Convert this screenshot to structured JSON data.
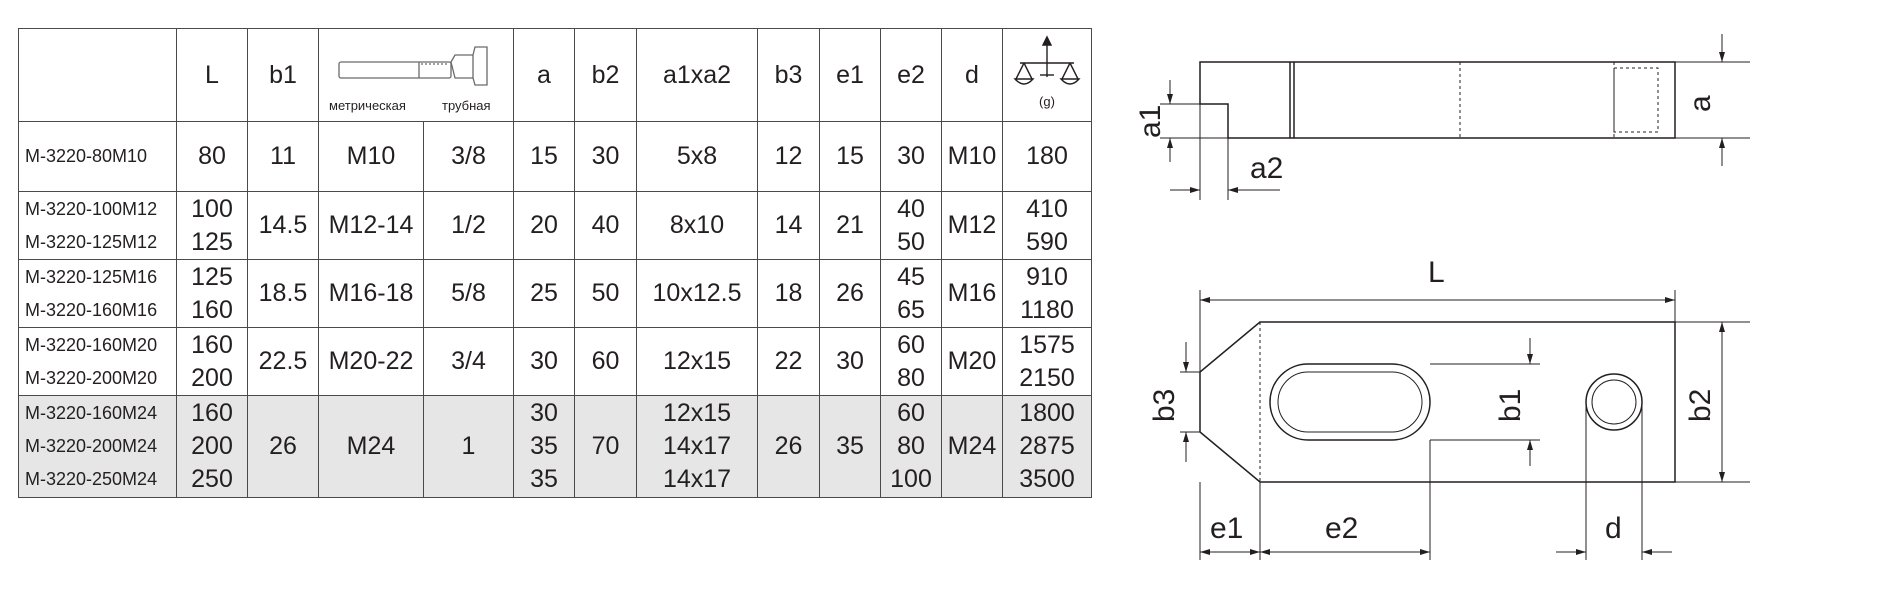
{
  "table": {
    "headers": {
      "code": "",
      "L": "L",
      "b1": "b1",
      "thread_metric": "метрическая",
      "thread_pipe": "трубная",
      "a": "a",
      "b2": "b2",
      "a1xa2": "a1xa2",
      "b3": "b3",
      "e1": "e1",
      "e2": "e2",
      "d": "d",
      "weight_unit": "(g)"
    },
    "groups": [
      {
        "codes": [
          "M-3220-80M10"
        ],
        "L": [
          "80"
        ],
        "b1": "11",
        "metric": "M10",
        "pipe": "3/8",
        "a": [
          "15"
        ],
        "b2": "30",
        "a1xa2": [
          "5x8"
        ],
        "b3": "12",
        "e1": "15",
        "e2": [
          "30"
        ],
        "d": "M10",
        "weight": [
          "180"
        ]
      },
      {
        "codes": [
          "M-3220-100M12",
          "M-3220-125M12"
        ],
        "L": [
          "100",
          "125"
        ],
        "b1": "14.5",
        "metric": "M12-14",
        "pipe": "1/2",
        "a": [
          "20"
        ],
        "b2": "40",
        "a1xa2": [
          "8x10"
        ],
        "b3": "14",
        "e1": "21",
        "e2": [
          "40",
          "50"
        ],
        "d": "M12",
        "weight": [
          "410",
          "590"
        ]
      },
      {
        "codes": [
          "M-3220-125M16",
          "M-3220-160M16"
        ],
        "L": [
          "125",
          "160"
        ],
        "b1": "18.5",
        "metric": "M16-18",
        "pipe": "5/8",
        "a": [
          "25"
        ],
        "b2": "50",
        "a1xa2": [
          "10x12.5"
        ],
        "b3": "18",
        "e1": "26",
        "e2": [
          "45",
          "65"
        ],
        "d": "M16",
        "weight": [
          "910",
          "1180"
        ]
      },
      {
        "codes": [
          "M-3220-160M20",
          "M-3220-200M20"
        ],
        "L": [
          "160",
          "200"
        ],
        "b1": "22.5",
        "metric": "M20-22",
        "pipe": "3/4",
        "a": [
          "30"
        ],
        "b2": "60",
        "a1xa2": [
          "12x15"
        ],
        "b3": "22",
        "e1": "30",
        "e2": [
          "60",
          "80"
        ],
        "d": "M20",
        "weight": [
          "1575",
          "2150"
        ]
      },
      {
        "codes": [
          "M-3220-160M24",
          "M-3220-200M24",
          "M-3220-250M24"
        ],
        "L": [
          "160",
          "200",
          "250"
        ],
        "b1": "26",
        "metric": "M24",
        "pipe": "1",
        "a": [
          "30",
          "35",
          "35"
        ],
        "b2": "70",
        "a1xa2": [
          "12x15",
          "14x17",
          "14x17"
        ],
        "b3": "26",
        "e1": "35",
        "e2": [
          "60",
          "80",
          "100"
        ],
        "d": "M24",
        "weight": [
          "1800",
          "2875",
          "3500"
        ],
        "shaded": true
      }
    ]
  },
  "drawing": {
    "side_view": {
      "label_a1": "a1",
      "label_a2": "a2",
      "label_a": "a"
    },
    "top_view": {
      "label_L": "L",
      "label_b3": "b3",
      "label_b1": "b1",
      "label_b2": "b2",
      "label_e1": "e1",
      "label_e2": "e2",
      "label_d": "d"
    },
    "line_color": "#231f20",
    "shade_color": "#e6e6e6"
  }
}
